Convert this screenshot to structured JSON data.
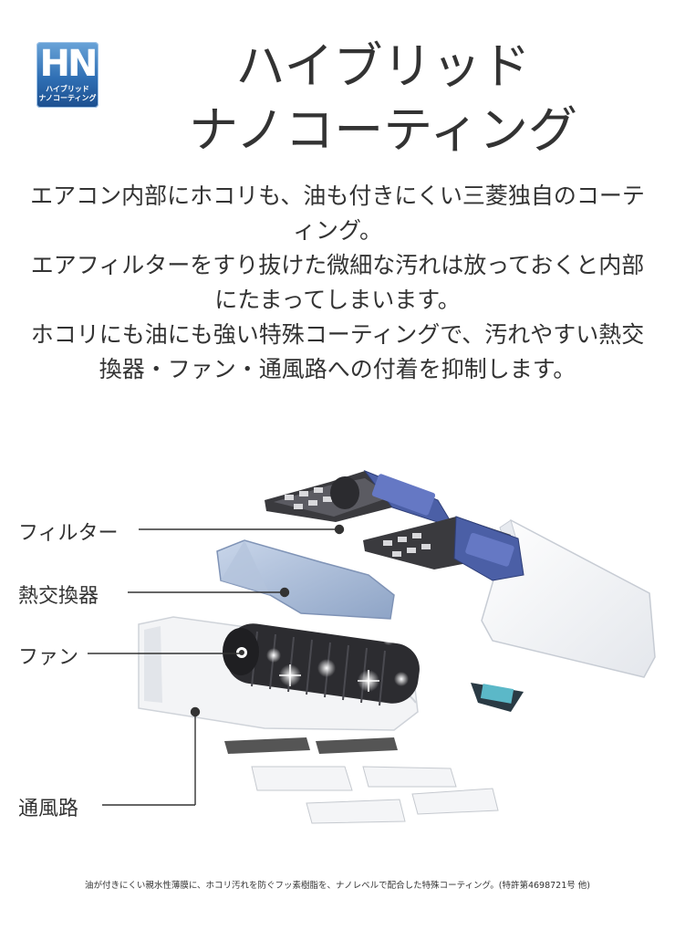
{
  "badge": {
    "logo_text": "HN",
    "line1": "ハイブリッド",
    "line2": "ナノコーティング"
  },
  "heading": {
    "line1": "ハイブリッド",
    "line2": "ナノコーティング"
  },
  "description": {
    "lines": [
      "エアコン内部にホコリも、油も付きにくい三菱独自のコーテ",
      "ィング。",
      "エアフィルターをすり抜けた微細な汚れは放っておくと内部",
      "にたまってしまいます。",
      "ホコリにも油にも強い特殊コーティングで、汚れやすい熱交",
      "換器・ファン・通風路への付着を抑制します。"
    ]
  },
  "callouts": {
    "filter": "フィルター",
    "heat_exchanger": "熱交換器",
    "fan": "ファン",
    "airway": "通風路"
  },
  "footnote": "油が付きにくい親水性薄膜に、ホコリ汚れを防ぐフッ素樹脂を、ナノレベルで配合した特殊コーティング。(特許第4698721号 他)"
}
